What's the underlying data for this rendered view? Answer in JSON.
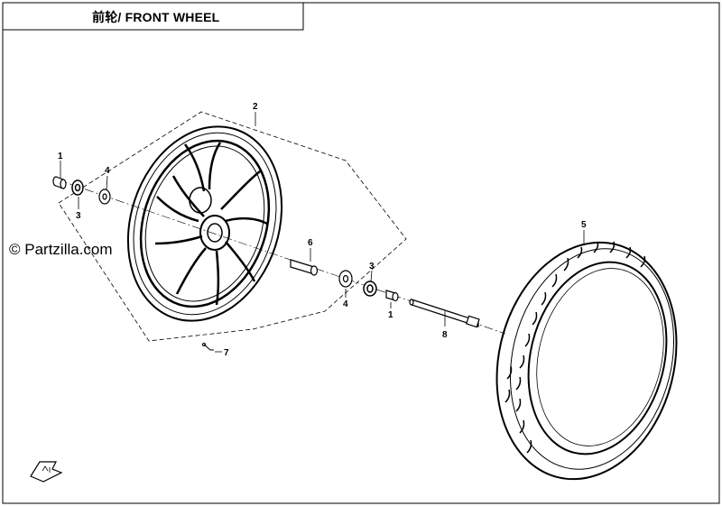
{
  "title": "前轮/ FRONT WHEEL",
  "watermark": "© Partzilla.com",
  "callouts": {
    "c1a": "1",
    "c3a": "3",
    "c4a": "4",
    "c2": "2",
    "c6": "6",
    "c3b": "3",
    "c4b": "4",
    "c1b": "1",
    "c7": "7",
    "c8": "8",
    "c5": "5"
  },
  "parts": [
    {
      "ref": "1",
      "icon": "spacer-collar-icon"
    },
    {
      "ref": "2",
      "icon": "front-rim-icon"
    },
    {
      "ref": "3",
      "icon": "oil-seal-icon"
    },
    {
      "ref": "4",
      "icon": "bearing-icon"
    },
    {
      "ref": "5",
      "icon": "front-tire-icon"
    },
    {
      "ref": "6",
      "icon": "inner-spacer-icon"
    },
    {
      "ref": "7",
      "icon": "valve-icon"
    },
    {
      "ref": "8",
      "icon": "front-axle-icon"
    }
  ],
  "colors": {
    "line": "#000000",
    "background": "#ffffff"
  }
}
